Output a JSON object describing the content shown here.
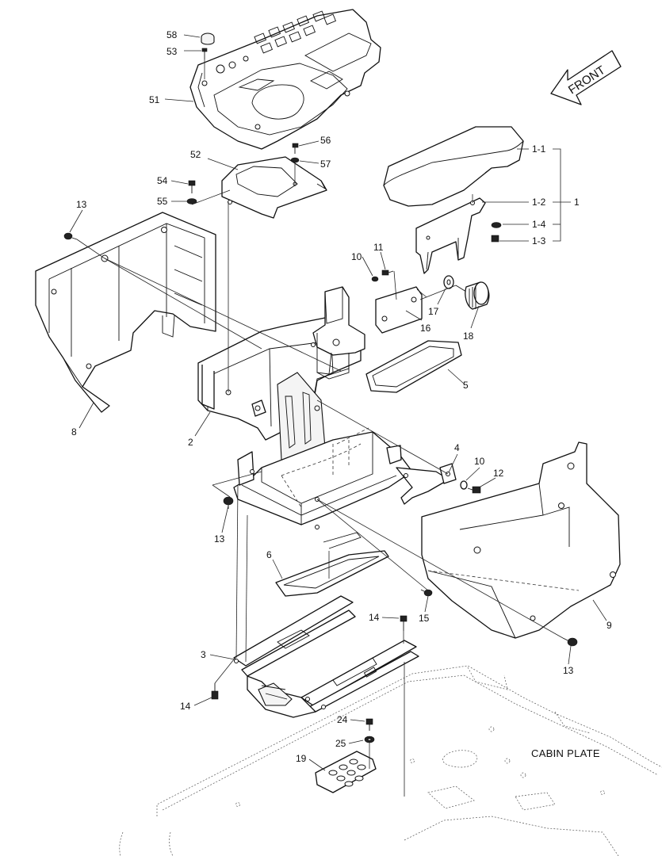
{
  "diagram": {
    "direction_label": "FRONT",
    "plate_label": "CABIN PLATE",
    "callouts": {
      "c58": "58",
      "c53": "53",
      "c51": "51",
      "c52": "52",
      "c56": "56",
      "c57": "57",
      "c54": "54",
      "c55": "55",
      "c13a": "13",
      "c8": "8",
      "c2": "2",
      "c10a": "10",
      "c11": "11",
      "c16": "16",
      "c17": "17",
      "c18": "18",
      "c5": "5",
      "c4": "4",
      "c10b": "10",
      "c12": "12",
      "c13b": "13",
      "c6": "6",
      "c9": "9",
      "c14a": "14",
      "c15": "15",
      "c13c": "13",
      "c3": "3",
      "c14b": "14",
      "c24": "24",
      "c25": "25",
      "c19": "19",
      "c1_1": "1-1",
      "c1_2": "1-2",
      "c1": "1",
      "c1_4": "1-4",
      "c1_3": "1-3"
    }
  }
}
